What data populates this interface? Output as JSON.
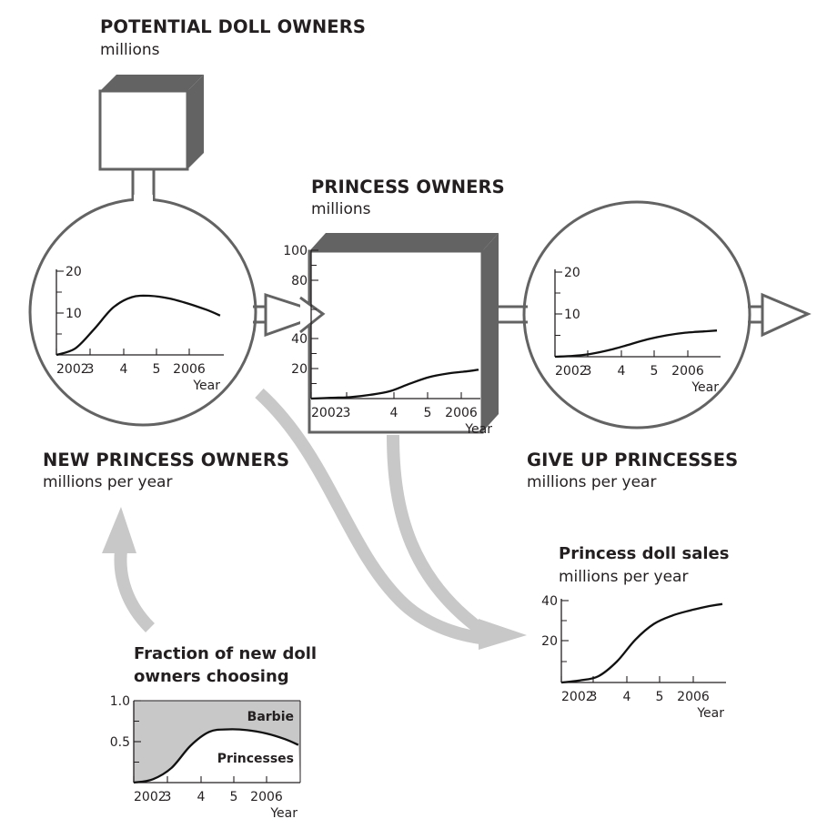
{
  "labels": {
    "potential_title": "POTENTIAL DOLL OWNERS",
    "potential_unit": "millions",
    "princess_title": "PRINCESS OWNERS",
    "princess_unit": "millions",
    "new_title": "NEW PRINCESS OWNERS",
    "new_unit": "millions per year",
    "giveup_title": "GIVE UP PRINCESSES",
    "giveup_unit": "millions per year",
    "sales_title": "Princess doll sales",
    "sales_unit": "millions per year",
    "fraction_title_1": "Fraction of new doll",
    "fraction_title_2": "owners choosing"
  },
  "colors": {
    "stock_shadow": "#636363",
    "pipe_outline": "#636363",
    "info_arrow": "#c8c8c8",
    "barbie_area": "#c8c8c8",
    "curve": "#111111",
    "axis": "#231f20"
  },
  "chart_data": [
    {
      "id": "new-princess-owners",
      "type": "line",
      "x": [
        2002,
        2002.5,
        2003,
        2003.5,
        2004,
        2004.5,
        2005,
        2005.5,
        2006,
        2006.35
      ],
      "y": [
        0,
        1.5,
        6,
        11,
        13.5,
        13.8,
        13.2,
        12,
        10.5,
        9.2
      ],
      "xlim": [
        2002,
        2006.4
      ],
      "ylim": [
        0,
        20
      ],
      "yticks": [
        10,
        20
      ],
      "xticks": [
        "2002",
        "3",
        "4",
        "5",
        "2006"
      ],
      "xlabel": "Year"
    },
    {
      "id": "princess-owners",
      "type": "line",
      "x": [
        2002,
        2002.5,
        2003,
        2003.5,
        2004,
        2004.5,
        2005,
        2005.5,
        2006,
        2006.25
      ],
      "y": [
        0,
        0.5,
        1,
        2.5,
        5,
        10,
        14.5,
        17,
        18.5,
        19.5
      ],
      "xlim": [
        2002,
        2006.25
      ],
      "ylim": [
        0,
        100
      ],
      "yticks": [
        20,
        40,
        80,
        100
      ],
      "xticks": [
        "2002",
        "3",
        "4",
        "5",
        "2006"
      ],
      "xlabel": "Year"
    },
    {
      "id": "give-up-princesses",
      "type": "line",
      "x": [
        2002,
        2002.5,
        2003,
        2003.5,
        2004,
        2004.5,
        2005,
        2005.5,
        2006,
        2006.35
      ],
      "y": [
        0,
        0.2,
        0.7,
        1.6,
        2.8,
        4,
        4.9,
        5.5,
        5.8,
        6
      ],
      "xlim": [
        2002,
        2006.4
      ],
      "ylim": [
        0,
        20
      ],
      "yticks": [
        10,
        20
      ],
      "xticks": [
        "2002",
        "3",
        "4",
        "5",
        "2006"
      ],
      "xlabel": "Year"
    },
    {
      "id": "princess-doll-sales",
      "type": "line",
      "x": [
        2002,
        2002.5,
        2003,
        2003.5,
        2004,
        2004.5,
        2005,
        2005.5,
        2006,
        2006.35
      ],
      "y": [
        0,
        1,
        3,
        10,
        20.5,
        28,
        32,
        34.5,
        36.5,
        37.5
      ],
      "xlim": [
        2002,
        2006.4
      ],
      "ylim": [
        0,
        40
      ],
      "yticks": [
        20,
        40
      ],
      "xticks": [
        "2002",
        "3",
        "4",
        "5",
        "2006"
      ],
      "xlabel": "Year"
    },
    {
      "id": "fraction-choosing",
      "type": "area",
      "x": [
        2002,
        2002.5,
        2003,
        2003.5,
        2004,
        2004.5,
        2005,
        2005.5,
        2006,
        2006.35
      ],
      "y": [
        0,
        0.04,
        0.18,
        0.45,
        0.62,
        0.65,
        0.64,
        0.6,
        0.53,
        0.46
      ],
      "xlim": [
        2002,
        2006.4
      ],
      "ylim": [
        0,
        1.0
      ],
      "yticks": [
        "0.5",
        "1.0"
      ],
      "xticks": [
        "2002",
        "3",
        "4",
        "5",
        "2006"
      ],
      "xlabel": "Year",
      "series": [
        {
          "name": "Barbie"
        },
        {
          "name": "Princesses"
        }
      ]
    }
  ]
}
